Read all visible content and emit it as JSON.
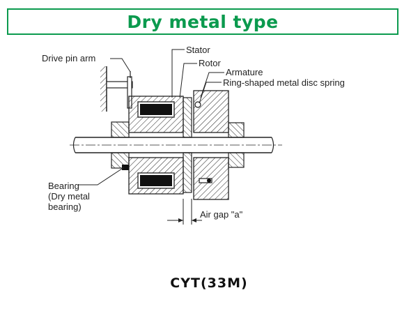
{
  "header": {
    "title": "Dry metal type"
  },
  "diagram": {
    "labels": {
      "drive_pin_arm": "Drive pin arm",
      "stator": "Stator",
      "rotor": "Rotor",
      "armature": "Armature",
      "ring_spring": "Ring-shaped metal disc spring",
      "bearing_1": "Bearing",
      "bearing_2": "(Dry metal",
      "bearing_3": "bearing)",
      "air_gap": "Air gap \"a\""
    }
  },
  "footer": {
    "model": "CYT(33M)"
  },
  "colors": {
    "accent": "#0b9a4e",
    "line": "#222222"
  }
}
